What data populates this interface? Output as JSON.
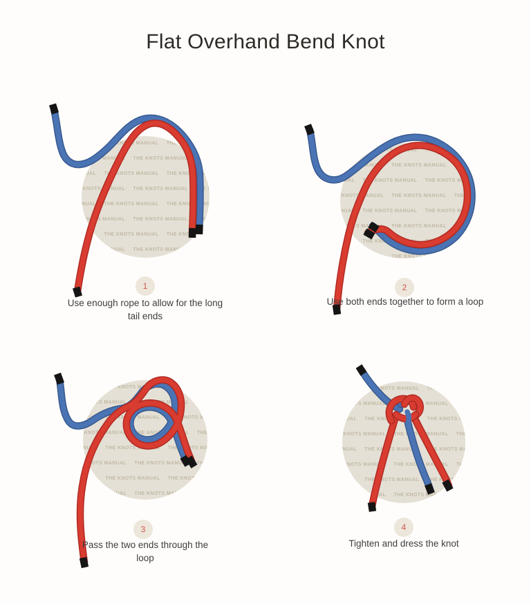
{
  "title": "Flat Overhand Bend Knot",
  "watermark_text": "THE KNOTS MANUAL",
  "steps": [
    {
      "number": "1",
      "caption": "Use enough rope to allow for the long tail ends"
    },
    {
      "number": "2",
      "caption": "Use both ends together to form a loop"
    },
    {
      "number": "3",
      "caption": "Pass the two ends through the loop"
    },
    {
      "number": "4",
      "caption": "Tighten and dress the knot"
    }
  ],
  "colors": {
    "background": "#fefdfb",
    "title_text": "#2d2a26",
    "caption_text": "#3e3e3e",
    "rope_red": "#d93c30",
    "rope_red_edge": "#b02a23",
    "rope_blue": "#4a74b4",
    "rope_blue_edge": "#38598f",
    "rope_tip_black": "#151515",
    "watermark_disc": "#e5e0d5",
    "watermark_text_color": "#a4997e",
    "badge_background": "#ece6db",
    "badge_number": "#d4574d"
  }
}
